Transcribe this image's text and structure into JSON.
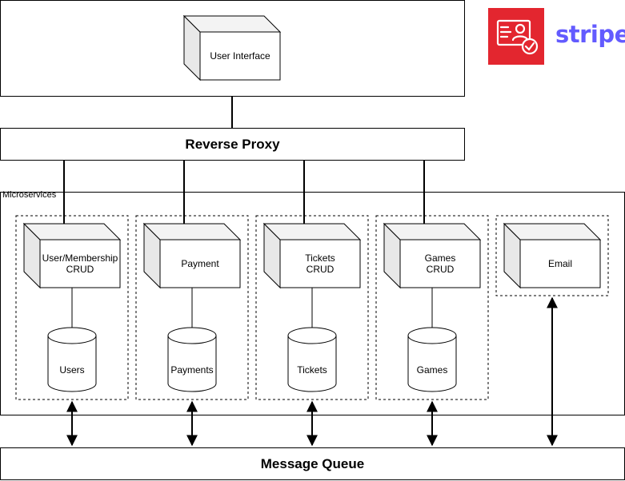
{
  "ui": {
    "title": "User Interface",
    "proxy": "Reverse Proxy",
    "microservices": "Microservices",
    "queue": "Message Queue"
  },
  "services": [
    {
      "name": "User/Membership\nCRUD",
      "db": "Users"
    },
    {
      "name": "Payment",
      "db": "Payments"
    },
    {
      "name": "Tickets\nCRUD",
      "db": "Tickets"
    },
    {
      "name": "Games\nCRUD",
      "db": "Games"
    },
    {
      "name": "Email"
    }
  ],
  "branding": {
    "stripe": "stripe",
    "stripe_color": "#635bff",
    "icon_color": "#e3262f",
    "icon": "verified-identity-icon"
  }
}
